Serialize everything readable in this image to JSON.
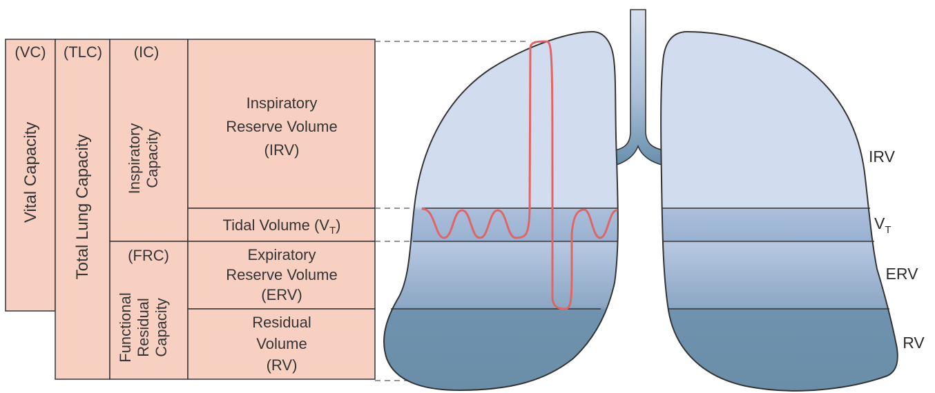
{
  "table": {
    "vc_abbr": "(VC)",
    "vc_label": "Vital Capacity",
    "tlc_abbr": "(TLC)",
    "tlc_label": "Total Lung Capacity",
    "ic_abbr": "(IC)",
    "ic_label_1": "Inspiratory",
    "ic_label_2": "Capacity",
    "frc_abbr": "(FRC)",
    "frc_label_1": "Functional",
    "frc_label_2": "Residual",
    "frc_label_3": "Capacity",
    "irv_1": "Inspiratory",
    "irv_2": "Reserve Volume",
    "irv_3": "(IRV)",
    "tv_main": "Tidal Volume (V",
    "tv_sub": "T",
    "tv_close": ")",
    "erv_1": "Expiratory",
    "erv_2": "Reserve Volume",
    "erv_3": "(ERV)",
    "rv_1": "Residual",
    "rv_2": "Volume",
    "rv_3": "(RV)"
  },
  "side_labels": {
    "irv": "IRV",
    "vt_main": "V",
    "vt_sub": "T",
    "erv": "ERV",
    "rv": "RV"
  },
  "colors": {
    "table_fill": "#f8d0c2",
    "lung_irv": "#d1dcee",
    "lung_vt": "#9db4d3",
    "lung_rv": "#6e92ad",
    "trachea_top": "#d6e2f0",
    "trachea_bottom": "#5f8aa6",
    "trace": "#e06565",
    "outline": "#333333"
  }
}
